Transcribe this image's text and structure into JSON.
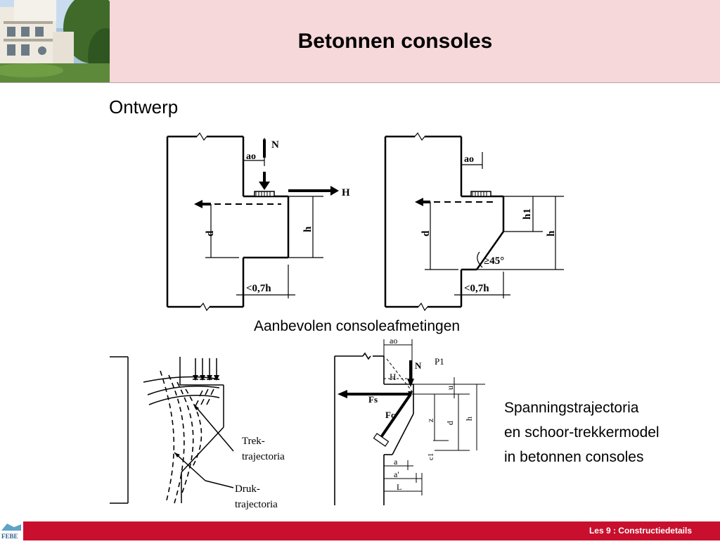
{
  "slide": {
    "title": "Betonnen consoles",
    "subtitle": "Ontwerp",
    "caption": "Aanbevolen consoleafmetingen",
    "side_text": [
      "Spanningstrajectoria",
      "en schoor-trekkermodel",
      "in betonnen consoles"
    ],
    "footer": "Les 9 : Constructiedetails",
    "logo_text": "FEBE"
  },
  "fig1": {
    "N": "N",
    "ao": "ao",
    "H": "H",
    "d": "d",
    "h": "h",
    "width": "<0,7h"
  },
  "fig2": {
    "ao": "ao",
    "h1": "h1",
    "h": "h",
    "d": "d",
    "angle": "≥45°",
    "width": "<0,7h"
  },
  "fig3": {
    "trek": [
      "Trek-",
      "trajectoria"
    ],
    "druk": [
      "Druk-",
      "trajectoria"
    ]
  },
  "fig4": {
    "ao": "ao",
    "N": "N",
    "P1": "P1",
    "H": "H",
    "u": "u",
    "Fs": "Fs",
    "Fc": "Fc",
    "z": "z",
    "d": "d",
    "h": "h",
    "c1": "c1",
    "a": "a",
    "a2": "a'",
    "L": "L"
  },
  "colors": {
    "header_bg": "#f6d7da",
    "footer_bg": "#c8102e"
  }
}
